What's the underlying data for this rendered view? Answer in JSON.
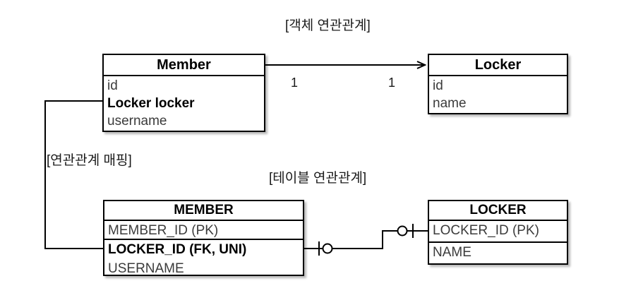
{
  "diagram": {
    "title_object_relation": "[객체 연관관계]",
    "title_mapping": "[연관관계 매핑]",
    "title_table_relation": "[테이블 연관관계]"
  },
  "object_model": {
    "member": {
      "header": "Member",
      "fields": [
        {
          "label": "id",
          "bold": false
        },
        {
          "label": "Locker locker",
          "bold": true
        },
        {
          "label": "username",
          "bold": false
        }
      ]
    },
    "locker": {
      "header": "Locker",
      "fields": [
        {
          "label": "id",
          "bold": false
        },
        {
          "label": "name",
          "bold": false
        }
      ]
    },
    "association": {
      "source_multiplicity": "1",
      "target_multiplicity": "1",
      "arrow": "directed-arrow"
    }
  },
  "table_model": {
    "member": {
      "header": "MEMBER",
      "key_fields": [
        {
          "label": "MEMBER_ID (PK)",
          "bold": false
        }
      ],
      "fields": [
        {
          "label": "LOCKER_ID (FK, UNI)",
          "bold": true
        },
        {
          "label": "USERNAME",
          "bold": false
        }
      ]
    },
    "locker": {
      "header": "LOCKER",
      "key_fields": [
        {
          "label": "LOCKER_ID (PK)",
          "bold": false
        }
      ],
      "fields": [
        {
          "label": "NAME",
          "bold": false
        }
      ]
    },
    "relationship": {
      "left_notation": "one-and-only-one-tick-and-zero-or-one-circle",
      "right_notation": "zero-or-one-circle-and-one-and-only-one-tick"
    }
  },
  "colors": {
    "stroke": "#000000",
    "field_text": "#3b3b3b",
    "caption_text": "#1a1a1a",
    "background": "#ffffff"
  }
}
